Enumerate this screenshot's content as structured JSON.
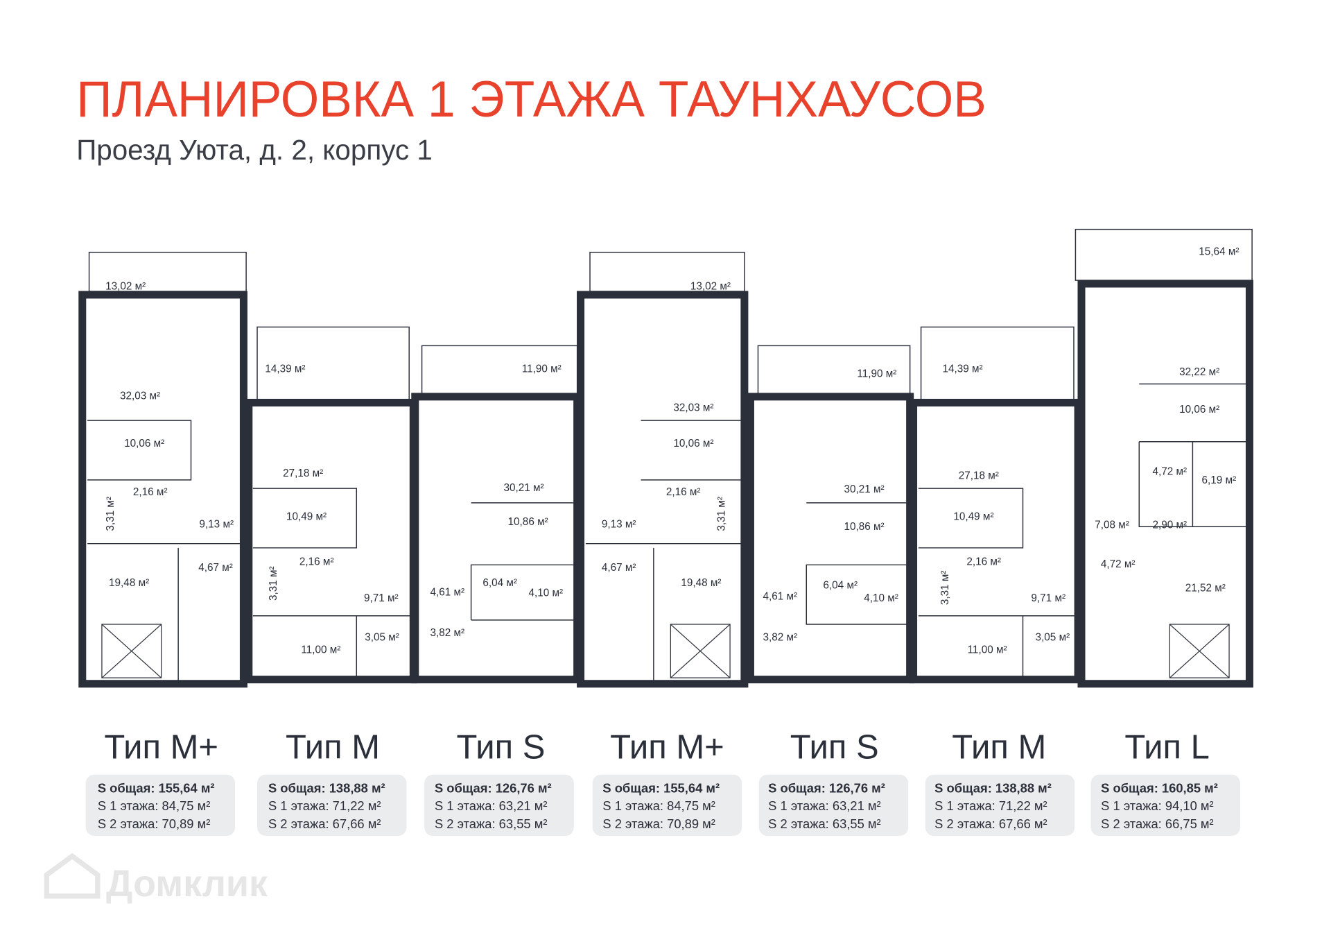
{
  "title": "ПЛАНИРОВКА 1 ЭТАЖА ТАУНХАУСОВ",
  "subtitle": "Проезд Уюта, д. 2, корпус 1",
  "watermark": "Домклик",
  "colors": {
    "accent": "#e8412c",
    "walls": "#2b2f3a",
    "card": "#ebeced"
  },
  "units": [
    {
      "type": "Тип M+",
      "total": "S общая:  155,64 м²",
      "floor1": "S 1 этажа:  84,75 м²",
      "floor2": "S 2 этажа:  70,89 м²",
      "rooms": [
        "13,02 м²",
        "32,03 м²",
        "10,06 м²",
        "2,16 м²",
        "3,31 м²",
        "9,13 м²",
        "4,67 м²",
        "19,48 м²"
      ]
    },
    {
      "type": "Тип M",
      "total": "S общая:  138,88 м²",
      "floor1": "S 1 этажа:  71,22 м²",
      "floor2": "S 2 этажа:  67,66 м²",
      "rooms": [
        "14,39 м²",
        "27,18 м²",
        "10,49 м²",
        "2,16 м²",
        "3,31 м²",
        "9,71 м²",
        "11,00 м²",
        "3,05 м²"
      ]
    },
    {
      "type": "Тип S",
      "total": "S общая:  126,76 м²",
      "floor1": "S 1 этажа:  63,21 м²",
      "floor2": "S 2 этажа:  63,55 м²",
      "rooms": [
        "11,90 м²",
        "30,21 м²",
        "10,86 м²",
        "6,04 м²",
        "4,61 м²",
        "4,10 м²",
        "3,82 м²"
      ]
    },
    {
      "type": "Тип M+",
      "total": "S общая:  155,64 м²",
      "floor1": "S 1 этажа:  84,75 м²",
      "floor2": "S 2 этажа:  70,89 м²",
      "rooms": [
        "13,02 м²",
        "32,03 м²",
        "10,06 м²",
        "2,16 м²",
        "3,31 м²",
        "9,13 м²",
        "4,67 м²",
        "19,48 м²"
      ]
    },
    {
      "type": "Тип S",
      "total": "S общая:  126,76 м²",
      "floor1": "S 1 этажа:  63,21 м²",
      "floor2": "S 2 этажа:  63,55 м²",
      "rooms": [
        "11,90 м²",
        "30,21 м²",
        "10,86 м²",
        "6,04 м²",
        "4,61 м²",
        "4,10 м²",
        "3,82 м²"
      ]
    },
    {
      "type": "Тип M",
      "total": "S общая:  138,88 м²",
      "floor1": "S 1 этажа:  71,22 м²",
      "floor2": "S 2 этажа:  67,66 м²",
      "rooms": [
        "14,39 м²",
        "27,18 м²",
        "10,49 м²",
        "2,16 м²",
        "3,31 м²",
        "9,71 м²",
        "11,00 м²",
        "3,05 м²"
      ]
    },
    {
      "type": "Тип L",
      "total": "S общая:  160,85 м²",
      "floor1": "S 1 этажа:  94,10 м²",
      "floor2": "S 2 этажа:  66,75 м²",
      "rooms": [
        "15,64 м²",
        "32,22 м²",
        "10,06 м²",
        "4,72 м²",
        "6,19 м²",
        "7,08 м²",
        "2,90 м²",
        "4,72 м²",
        "21,52 м²"
      ]
    }
  ]
}
